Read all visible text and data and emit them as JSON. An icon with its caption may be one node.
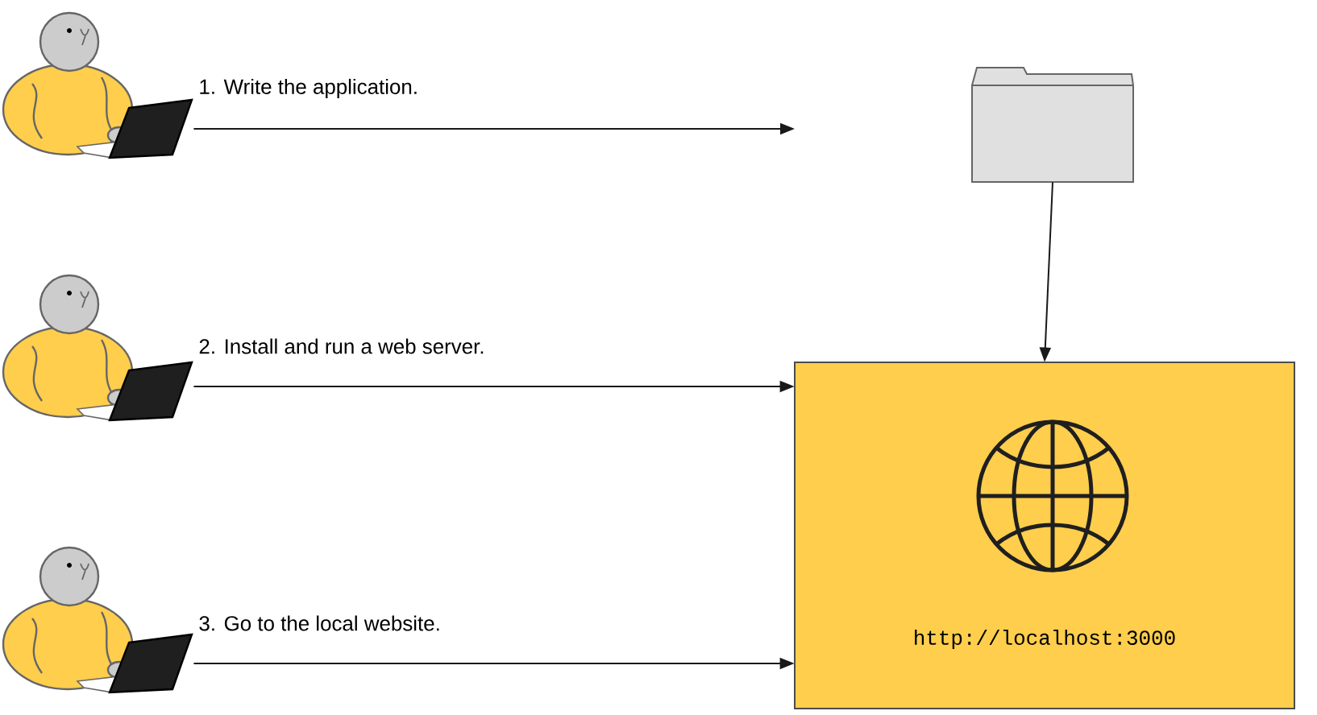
{
  "diagram": {
    "nodes": [
      {
        "text": [],
        "shape": "person"
      },
      {
        "text": [],
        "shape": "folder"
      },
      {
        "text": [],
        "shape": "person"
      },
      {
        "text": [
          "http://localhost:3000"
        ]
      },
      {
        "text": [],
        "shape": "person"
      }
    ],
    "edges": [
      {
        "from": 0,
        "to": null,
        "arrow": "to",
        "label": "1. Write the application."
      },
      {
        "from": 1,
        "to": 3,
        "arrow": "to"
      },
      {
        "from": 2,
        "to": 3,
        "arrow": "to",
        "label": "2. Install and run a web server."
      },
      {
        "from": 4,
        "to": 3,
        "arrow": "to",
        "label": "3. Go to the local website."
      }
    ]
  }
}
